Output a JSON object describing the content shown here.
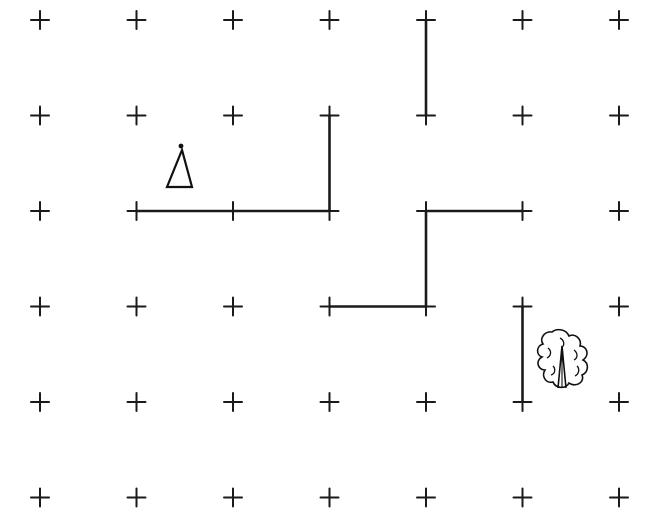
{
  "diagram": {
    "kind": "grid-maze",
    "grid": {
      "columns": 7,
      "rows": 6
    },
    "walls": [
      {
        "name": "wall-vertical-col4-rows0-1",
        "from": [
          4,
          0
        ],
        "to": [
          4,
          1
        ]
      },
      {
        "name": "wall-vertical-col3-rows1-2",
        "from": [
          3,
          1
        ],
        "to": [
          3,
          2
        ]
      },
      {
        "name": "wall-horizontal-row2-cols1-3",
        "from": [
          1,
          2
        ],
        "to": [
          3,
          2
        ]
      },
      {
        "name": "wall-horizontal-row2-cols4-5",
        "from": [
          4,
          2
        ],
        "to": [
          5,
          2
        ]
      },
      {
        "name": "wall-vertical-col4-rows2-3",
        "from": [
          4,
          2
        ],
        "to": [
          4,
          3
        ]
      },
      {
        "name": "wall-horizontal-row3-cols3-4",
        "from": [
          3,
          3
        ],
        "to": [
          4,
          3
        ]
      },
      {
        "name": "wall-vertical-col5-rows3-4",
        "from": [
          5,
          3
        ],
        "to": [
          5,
          4
        ]
      }
    ],
    "icons": [
      {
        "name": "cone-icon",
        "cell": [
          1,
          1
        ]
      },
      {
        "name": "tree-icon",
        "cell": [
          5,
          3
        ]
      }
    ]
  }
}
